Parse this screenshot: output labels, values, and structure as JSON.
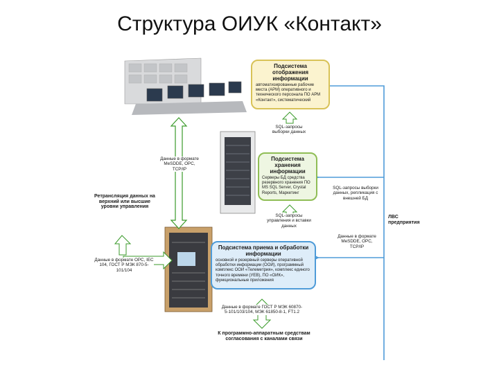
{
  "title": "Структура ОИУК «Контакт»",
  "boxes": {
    "display": {
      "header": "Подсистема отображения информации",
      "body": "автоматизированные рабочие места (АРМ) оперативного и технического персонала ПО АРМ «Контакт», систематический"
    },
    "storage": {
      "header": "Подсистема хранения информации",
      "body": "Серверы БД средства резервного хранения ПО MS SQL Server, Crystal Reports, Маркетинг"
    },
    "processing": {
      "header": "Подсистема приема и обработки информации",
      "body": "основной и резервный серверы оперативной обработки информации (ООИ), программный комплекс ООИ «Телеметрия», комплекс единого точного времени (УЕВ), ПО «ОИК», функциональные приложения"
    }
  },
  "labels": {
    "sql_read": "SQL-запросы выборки данных",
    "sql_write": "SQL-запросы управления и вставки данных",
    "left_data": "Данные в формате MeSDDE, OPC, TCP/IP",
    "retrans": "Ретрансляция данных на верхний или высшие уровни управления",
    "left_bottom": "Данные в формате OPC, IEC 104, ГОСТ Р МЭК 870-5-101/104",
    "right_sql": "SQL-запросы выборки данных, репликация с внешней БД",
    "lan": "ЛВС предприятия",
    "right_data": "Данные в формате MeSDDE, OPC, TCP/IP",
    "bottom_data": "Данные в формате ГОСТ Р МЭК 60870-5-101/103/104, МЭК 61850-8-1, FT1.2",
    "bottom_caption": "К программно-аппаратным средствам согласования с каналами связи"
  },
  "colors": {
    "yellow_border": "#d8c257",
    "green_border": "#8fbd55",
    "blue_border": "#4e9bd8",
    "arrow_green": "#3a9a2a",
    "arrow_blue": "#4e9bd8"
  }
}
